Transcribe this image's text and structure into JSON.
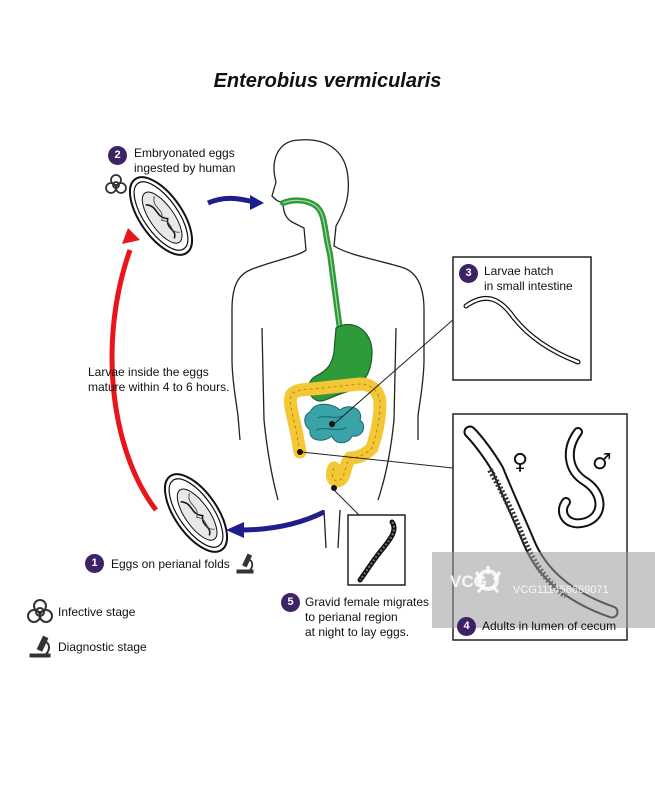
{
  "title": "Enterobius vermicularis",
  "steps": [
    {
      "num": "1",
      "label": "Eggs on perianal folds"
    },
    {
      "num": "2",
      "label_line1": "Embryonated eggs",
      "label_line2": "ingested by human"
    },
    {
      "num": "3",
      "label_line1": "Larvae hatch",
      "label_line2": "in small intestine"
    },
    {
      "num": "4",
      "label": "Adults in lumen of cecum"
    },
    {
      "num": "5",
      "label_line1": "Gravid female migrates",
      "label_line2": "to perianal region",
      "label_line3": "at night to lay eggs."
    }
  ],
  "maturation_note": {
    "line1": "Larvae inside the eggs",
    "line2": "mature within 4 to 6 hours."
  },
  "legend": {
    "infective": "Infective stage",
    "diagnostic": "Diagnostic stage"
  },
  "symbols": {
    "female": "♀",
    "male": "♂"
  },
  "watermark": {
    "brand": "VCG",
    "id": "VCG111456669071"
  },
  "colors": {
    "step_badge": "#3d2366",
    "cycle_arrow": "#e8151b",
    "flow_arrow": "#1f1f8c",
    "stomach": "#2e9a3a",
    "small_intestine": "#3aa3a8",
    "large_intestine": "#f4c737"
  },
  "icons": [
    "biohazard-icon",
    "microscope-icon"
  ]
}
